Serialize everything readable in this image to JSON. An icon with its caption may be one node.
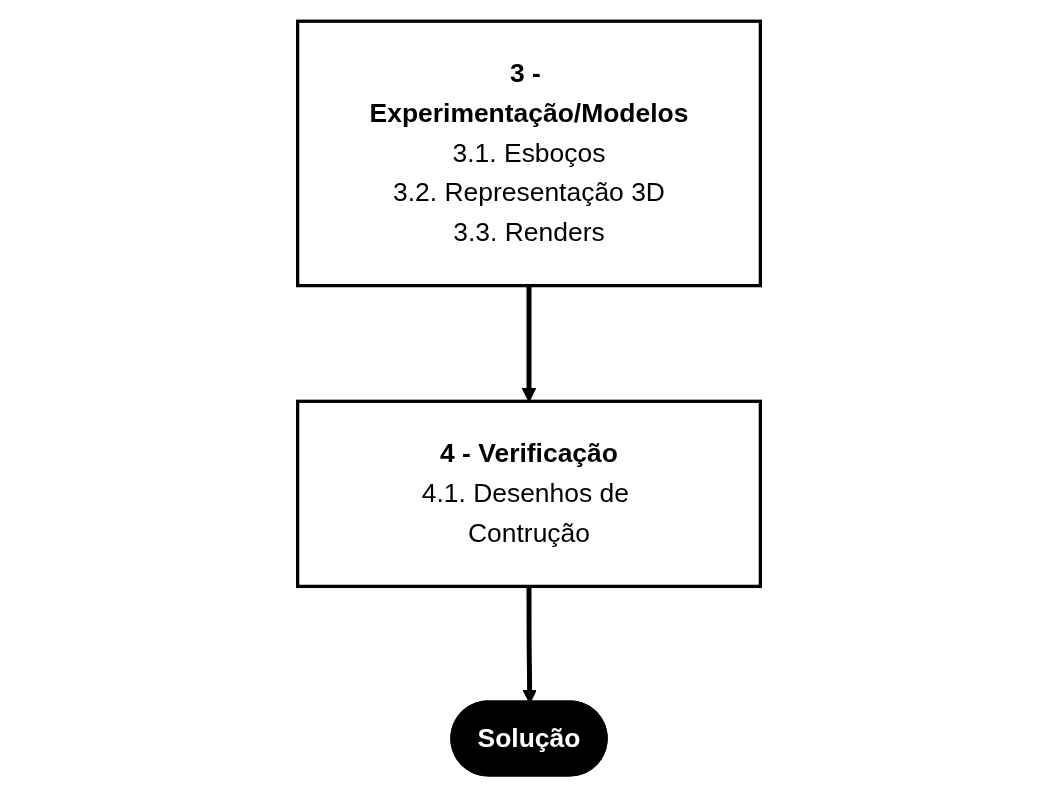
{
  "diagram": {
    "nodes": [
      {
        "text": [
          "3 - Experimentação/Modelos",
          "3.1. Esboços",
          "3.2. Representação 3D",
          "3.3. Renders"
        ]
      },
      {
        "text": [
          "4 - Verificação",
          "4.1. Desenhos de Contrução"
        ]
      },
      {
        "text": [
          "Solução"
        ]
      }
    ],
    "edges": [
      {
        "from": 0,
        "to": 1,
        "arrow": "to"
      },
      {
        "from": 1,
        "to": 2,
        "arrow": "to"
      }
    ]
  }
}
